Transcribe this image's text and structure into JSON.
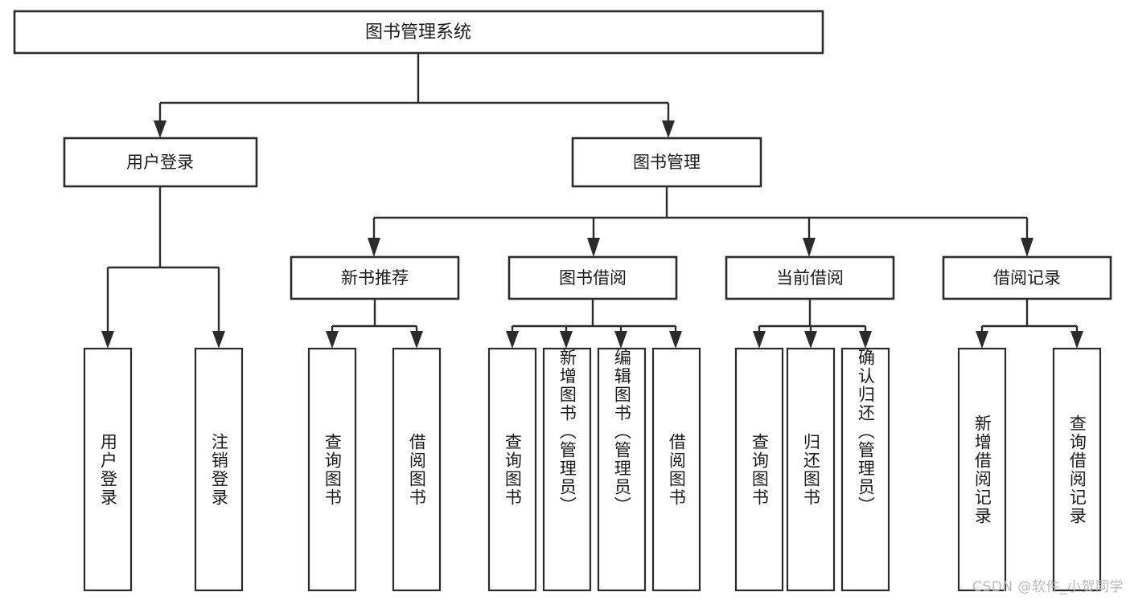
{
  "diagram": {
    "type": "tree-hierarchy",
    "title": "图书管理系统",
    "watermark": "CSDN @软件_小贺同学",
    "colors": {
      "background": "#ffffff",
      "stroke": "#2b2b2b",
      "node_fill": "#ffffff",
      "text": "#1a1a1a",
      "watermark": "#b9b9b9"
    },
    "root": {
      "id": "root",
      "label": "图书管理系统"
    },
    "level2": [
      {
        "id": "user-login",
        "label": "用户登录"
      },
      {
        "id": "book-manage",
        "label": "图书管理"
      }
    ],
    "level3": [
      {
        "id": "new-book-recommend",
        "label": "新书推荐",
        "parent": "book-manage"
      },
      {
        "id": "book-borrow",
        "label": "图书借阅",
        "parent": "book-manage"
      },
      {
        "id": "current-borrow",
        "label": "当前借阅",
        "parent": "book-manage"
      },
      {
        "id": "borrow-record",
        "label": "借阅记录",
        "parent": "book-manage"
      }
    ],
    "leaves": [
      {
        "id": "leaf-user-login",
        "label": "用户登录",
        "parent": "user-login"
      },
      {
        "id": "leaf-logout-login",
        "label": "注销登录",
        "parent": "user-login"
      },
      {
        "id": "leaf-query-book-1",
        "label": "查询图书",
        "parent": "new-book-recommend"
      },
      {
        "id": "leaf-borrow-book-1",
        "label": "借阅图书",
        "parent": "new-book-recommend"
      },
      {
        "id": "leaf-query-book-2",
        "label": "查询图书",
        "parent": "book-borrow"
      },
      {
        "id": "leaf-add-book",
        "label": "新增图书（管理员）",
        "parent": "book-borrow"
      },
      {
        "id": "leaf-edit-book",
        "label": "编辑图书（管理员）",
        "parent": "book-borrow"
      },
      {
        "id": "leaf-borrow-book-2",
        "label": "借阅图书",
        "parent": "book-borrow"
      },
      {
        "id": "leaf-query-book-3",
        "label": "查询图书",
        "parent": "current-borrow"
      },
      {
        "id": "leaf-return-book",
        "label": "归还图书",
        "parent": "current-borrow"
      },
      {
        "id": "leaf-confirm-return",
        "label": "确认归还（管理员）",
        "parent": "current-borrow"
      },
      {
        "id": "leaf-add-record",
        "label": "新增借阅记录",
        "parent": "borrow-record"
      },
      {
        "id": "leaf-query-record",
        "label": "查询借阅记录",
        "parent": "borrow-record"
      }
    ]
  }
}
